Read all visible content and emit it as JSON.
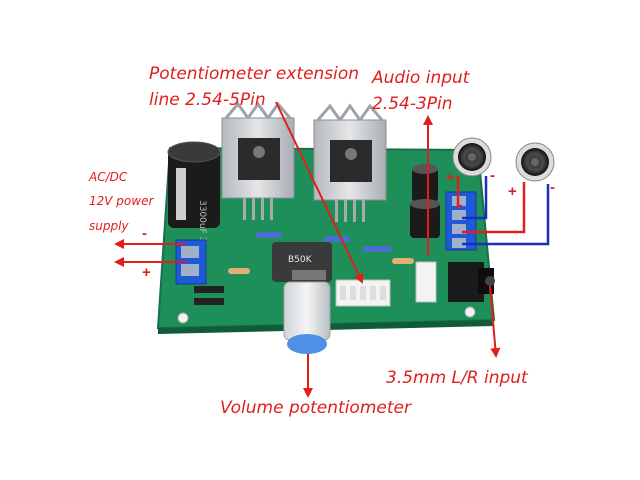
{
  "labels": {
    "pot_extension_line1": "Potentiometer extension",
    "pot_extension_line2": "line 2.54-5Pin",
    "audio_input_line1": "Audio input",
    "audio_input_line2": "2.54-3Pin",
    "power_line1": "AC/DC",
    "power_line2": "12V power",
    "power_line3": "supply",
    "input_35mm": "3.5mm L/R input",
    "volume_pot": "Volume potentiometer"
  },
  "signs": {
    "power_minus": "-",
    "power_plus": "+",
    "speaker1_plus": "+",
    "speaker1_minus": "-",
    "speaker2_plus": "+",
    "speaker2_minus": "-"
  },
  "pcb_text": {
    "pot_marking": "B50K",
    "cap_marking": "3300uF 35V"
  },
  "colors": {
    "annotation": "#e01e1e",
    "pcb": "#1f8f5a",
    "wire_blue": "#1a2fbf",
    "terminal_blue": "#1e5ad8",
    "heatsink": "#c9ccd0"
  },
  "icons": [
    "speaker-icon",
    "speaker-icon"
  ]
}
